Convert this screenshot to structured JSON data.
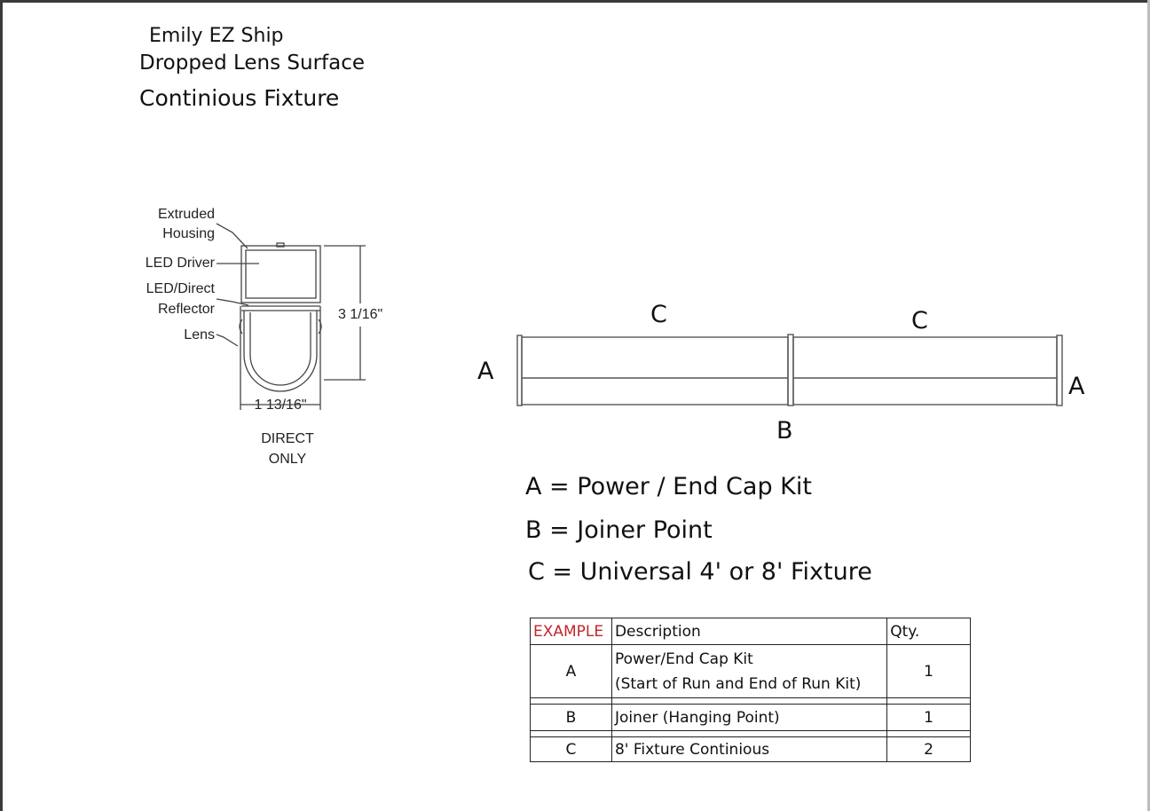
{
  "title": {
    "line1": "Emily EZ Ship",
    "line2": "Dropped Lens Surface",
    "line3": "Continious Fixture"
  },
  "cross_section": {
    "labels": {
      "extruded_housing_1": "Extruded",
      "extruded_housing_2": "Housing",
      "led_driver": "LED Driver",
      "led_direct_1": "LED/Direct",
      "led_direct_2": "Reflector",
      "lens": "Lens"
    },
    "height_dim": "3 1/16\"",
    "width_dim": "1 13/16\"",
    "caption_1": "DIRECT",
    "caption_2": "ONLY"
  },
  "run_diagram": {
    "label_a_left": "A",
    "label_a_right": "A",
    "label_b": "B",
    "label_c_left": "C",
    "label_c_right": "C"
  },
  "legend": {
    "a": "A = Power / End Cap Kit",
    "b": "B = Joiner Point",
    "c": "C = Universal 4' or 8' Fixture"
  },
  "table": {
    "headers": {
      "example": "EXAMPLE",
      "description": "Description",
      "qty": "Qty."
    },
    "rows": [
      {
        "letter": "A",
        "desc_1": "Power/End Cap Kit",
        "desc_2": "(Start of Run and End of Run Kit)",
        "qty": "1"
      },
      {
        "letter": "B",
        "desc_1": "Joiner (Hanging Point)",
        "qty": "1"
      },
      {
        "letter": "C",
        "desc_1": "8' Fixture Continious",
        "qty": "2"
      }
    ]
  },
  "colors": {
    "example_header": "#c0262d",
    "line": "#555555"
  }
}
